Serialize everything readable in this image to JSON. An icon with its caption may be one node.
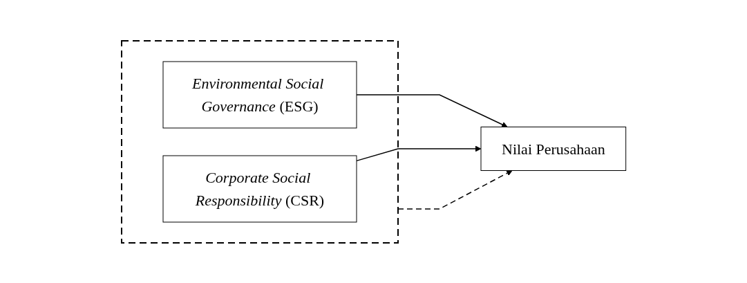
{
  "diagram": {
    "nodes": [
      {
        "text": [],
        "shape": "box"
      },
      {
        "text": [
          "*Environmental Social Governance* (ESG)"
        ],
        "in": 0
      },
      {
        "text": [
          "*Corporate Social Responsibility* (CSR)"
        ],
        "in": 0
      },
      {
        "text": [
          "Nilai Perusahaan"
        ]
      }
    ],
    "edges": [
      {
        "from": 1,
        "to": 3,
        "arrow": "to"
      },
      {
        "from": 0,
        "to": 3,
        "arrow": "to",
        "style": "dashed"
      },
      {
        "from": 2,
        "to": 3,
        "arrow": "to"
      }
    ]
  }
}
